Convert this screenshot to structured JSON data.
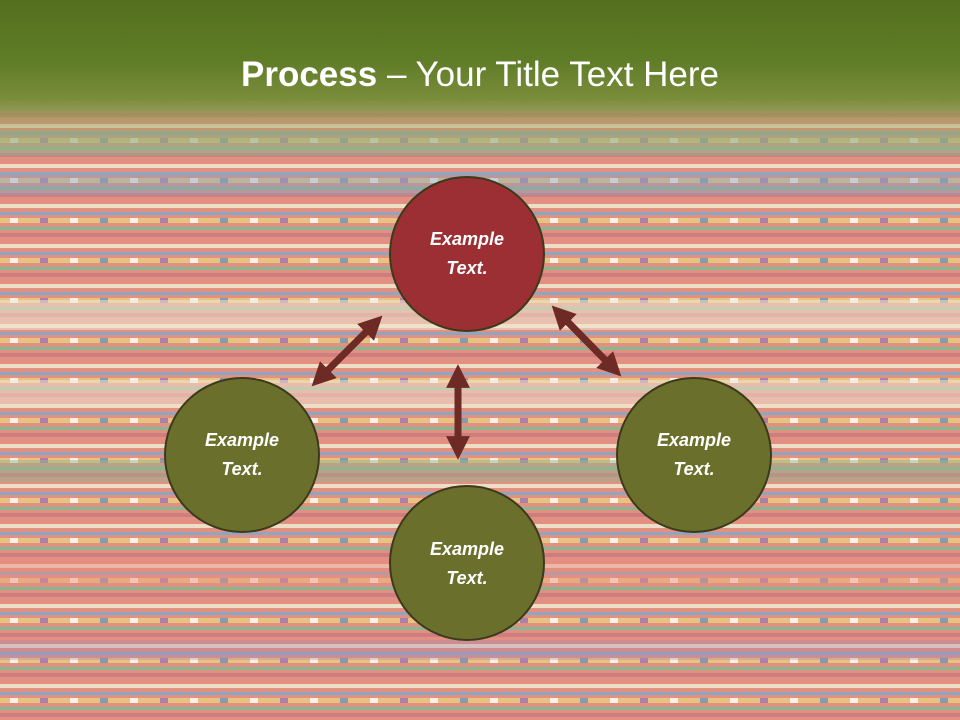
{
  "slide": {
    "title_bold": "Process",
    "title_rest": " – Your Title Text Here"
  },
  "diagram": {
    "nodes": [
      {
        "id": "top",
        "line1": "Example",
        "line2": "Text.",
        "color": "#9b2f33"
      },
      {
        "id": "left",
        "line1": "Example",
        "line2": "Text.",
        "color": "#6b6f2c"
      },
      {
        "id": "bottom",
        "line1": "Example",
        "line2": "Text.",
        "color": "#6b6f2c"
      },
      {
        "id": "right",
        "line1": "Example",
        "line2": "Text.",
        "color": "#6b6f2c"
      }
    ],
    "arrow_color": "#6e2a25",
    "node_border_color": "#3b3a1a"
  }
}
